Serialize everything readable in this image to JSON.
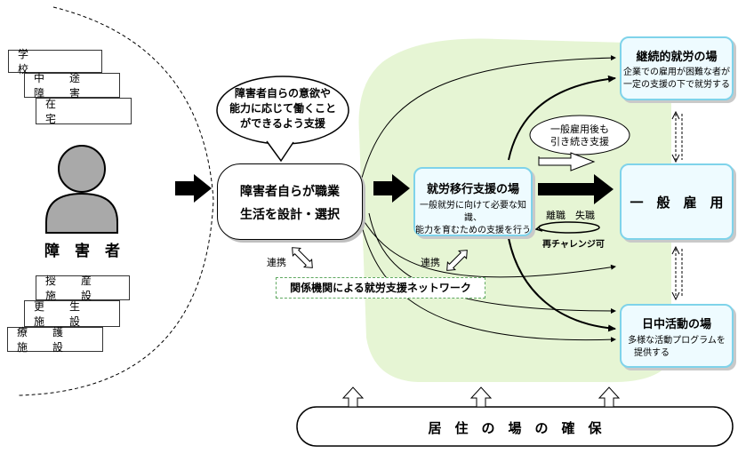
{
  "left": {
    "places": [
      "学　　　　　校",
      "中　途　障　害",
      "在　　　　　宅"
    ],
    "person_label": "障　害　者",
    "facilities": [
      "授　産　施　設",
      "更　生　施　設",
      "療　護　施　設"
    ]
  },
  "bubble_text": [
    "障害者自らの意欲や",
    "能力に応じて働くこと",
    "ができるよう支援"
  ],
  "choice_box": [
    "障害者自らが職業",
    "生活を設計・選択"
  ],
  "renkei_1": "連携",
  "renkei_2": "連携",
  "network_label": "関係機関による就労支援ネットワーク",
  "transition": {
    "title": "就労移行支援の場",
    "desc": [
      "一般就労に向けて必要な知識、",
      "能力を育むための支援を行う"
    ]
  },
  "continued": {
    "title": "継続的就労の場",
    "desc": [
      "企業での雇用が困難な者が",
      "一定の支援の下で就労する"
    ]
  },
  "employment_label": "一　般　雇　用",
  "day": {
    "title": "日中活動の場",
    "desc": [
      "多様な活動プログラムを",
      "提供する"
    ]
  },
  "support_bubble": [
    "一般雇用後も",
    "引き続き支援"
  ],
  "job_loss": "離職　失職",
  "rechallenge": "再チャレンジ可",
  "residence": "居　住　の　場　の　確　保",
  "colors": {
    "cyan_border": "#7fd3ea",
    "light_green": "#e6f5d4",
    "person_gray": "#a9a9a9"
  }
}
